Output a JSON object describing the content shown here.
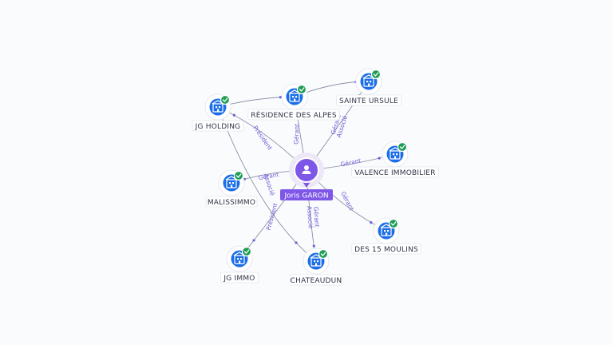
{
  "center": {
    "name": "Joris GARON",
    "icon": "person-icon"
  },
  "companies": [
    {
      "id": "jg-holding",
      "name": "JG HOLDING",
      "icon": "company-building-icon",
      "badge": "verified-check-icon"
    },
    {
      "id": "residence-des-alpes",
      "name": "RÉSIDENCE DES ALPES",
      "icon": "company-building-icon",
      "badge": "verified-check-icon"
    },
    {
      "id": "sainte-ursule",
      "name": "SAINTE URSULE",
      "icon": "company-building-icon",
      "badge": "verified-check-icon"
    },
    {
      "id": "valence-immobilier",
      "name": "VALENCE IMMOBILIER",
      "icon": "company-building-icon",
      "badge": "verified-check-icon"
    },
    {
      "id": "malissimmo",
      "name": "MALISSIMMO",
      "icon": "company-building-icon",
      "badge": "verified-check-icon"
    },
    {
      "id": "des-15-moulins",
      "name": "DES 15 MOULINS",
      "icon": "company-building-icon",
      "badge": "verified-check-icon"
    },
    {
      "id": "jg-immo",
      "name": "JG IMMO",
      "icon": "company-building-icon",
      "badge": "verified-check-icon"
    },
    {
      "id": "chateaudun",
      "name": "CHATEAUDUN",
      "icon": "company-building-icon",
      "badge": "verified-check-icon"
    }
  ],
  "relations": [
    {
      "from": "center",
      "to": "residence-des-alpes",
      "label": "Gérant"
    },
    {
      "from": "center",
      "to": "sainte-ursule",
      "label": "Gérant Associé"
    },
    {
      "from": "center",
      "to": "valence-immobilier",
      "label": "Gérant"
    },
    {
      "from": "center",
      "to": "des-15-moulins",
      "label": "Gérant"
    },
    {
      "from": "center",
      "to": "chateaudun",
      "label": "Gérant Associé"
    },
    {
      "from": "center",
      "to": "malissimmo",
      "label": "Gérant"
    },
    {
      "from": "center",
      "to": "jg-holding",
      "label": "Président"
    },
    {
      "from": "center",
      "to": "jg-immo",
      "label": "Président"
    },
    {
      "from": "jg-holding",
      "to": "residence-des-alpes",
      "label": ""
    },
    {
      "from": "residence-des-alpes",
      "to": "sainte-ursule",
      "label": ""
    },
    {
      "from": "jg-holding",
      "to": "chateaudun",
      "label": "Associé"
    }
  ],
  "colors": {
    "node_fill": "#1b6ee8",
    "badge_fill": "#1f9d55",
    "center_fill": "#7e57e8",
    "edge": "#8a8fa8",
    "edge_label": "#6b5fd8"
  }
}
